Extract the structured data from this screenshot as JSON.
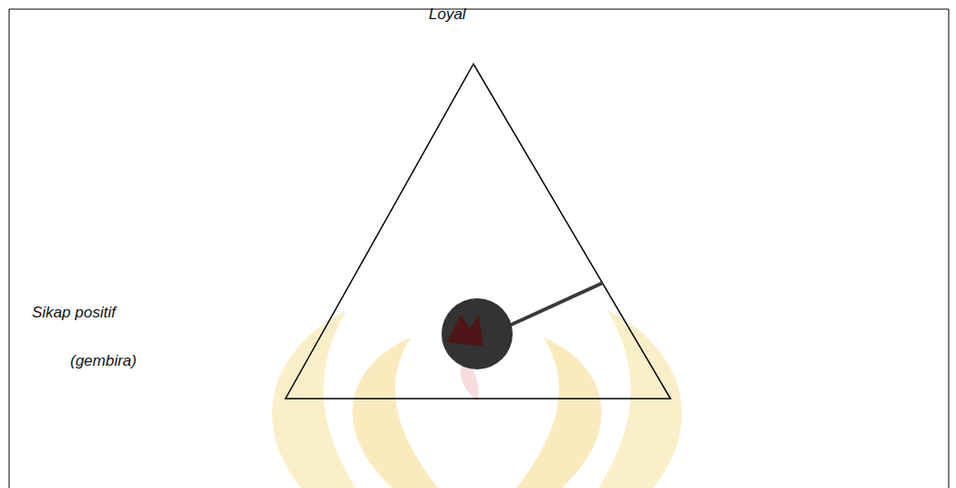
{
  "diagram": {
    "labels": [
      "Loyal",
      "Sikap positif",
      "(gembira)"
    ]
  }
}
